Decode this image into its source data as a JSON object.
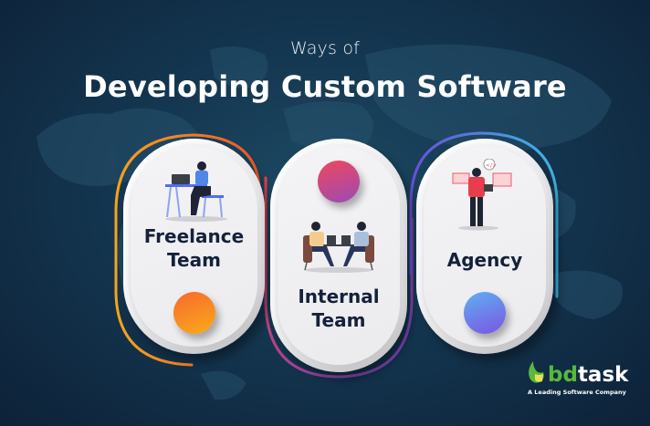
{
  "header": {
    "subtitle": "Ways of",
    "title": "Developing Custom Software"
  },
  "cards": [
    {
      "label_line1": "Freelance",
      "label_line2": "Team",
      "illustration": "person-at-desk-with-laptop",
      "dot_colors": [
        "#f76a2f",
        "#f9a81a"
      ],
      "outline_colors": [
        "#f6a31c",
        "#f37b22"
      ]
    },
    {
      "label_line1": "Internal",
      "label_line2": "Team",
      "illustration": "two-people-with-laptops-at-table",
      "dot_colors": [
        "#ef4860",
        "#9a4ab6"
      ],
      "outline_colors": [
        "#e9404f",
        "#7a49c8"
      ]
    },
    {
      "label_line1": "Agency",
      "label_line2": "",
      "illustration": "person-presenting-web-designs",
      "dot_colors": [
        "#5aaaf0",
        "#7a56e2"
      ],
      "outline_colors": [
        "#6650d6",
        "#3fb4e6"
      ]
    }
  ],
  "brand": {
    "name_part1": "bd",
    "name_part2": "task",
    "tagline": "A Leading Software Company",
    "green": "#58b83c"
  },
  "colors": {
    "background": "#143650",
    "text_dark": "#14213a"
  }
}
